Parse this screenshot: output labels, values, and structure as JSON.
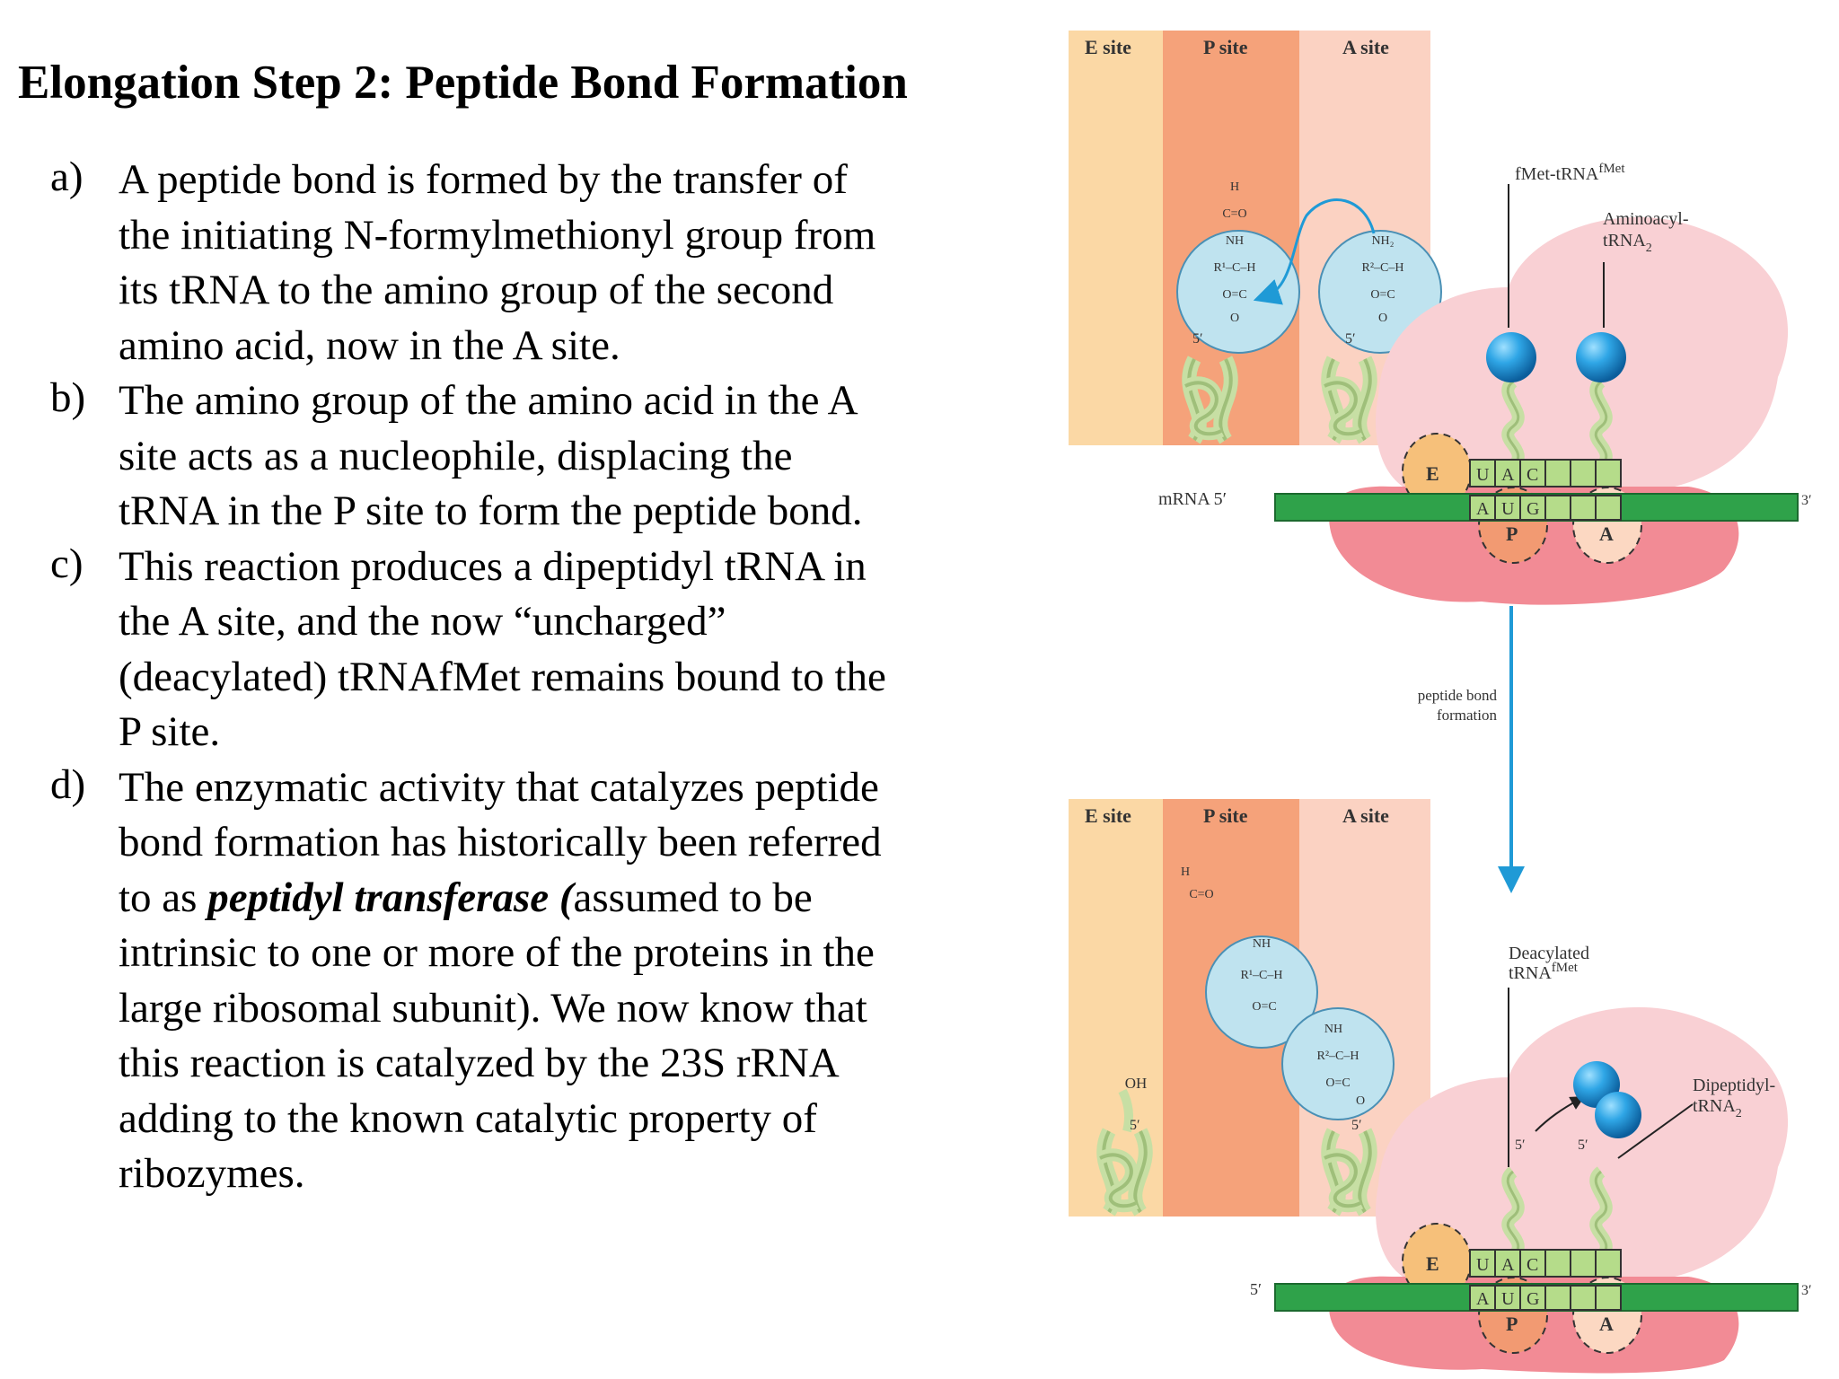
{
  "slide": {
    "title": "Elongation Step 2: Peptide Bond Formation",
    "items": [
      {
        "letter": "a)",
        "lines": [
          "A peptide bond is formed by the transfer of",
          "the initiating N-formylmethionyl group from",
          "its tRNA to the amino group of the second",
          "amino acid, now in the A site."
        ]
      },
      {
        "letter": "b)",
        "lines": [
          "The amino group of the amino acid in the A",
          "site acts as a nucleophile, displacing the",
          "tRNA in the P site to form the peptide bond."
        ]
      },
      {
        "letter": "c)",
        "lines": [
          "This reaction produces a dipeptidyl tRNA in",
          "the A site, and the now “uncharged”",
          "(deacylated) tRNAfMet remains bound to the",
          "P site."
        ]
      },
      {
        "letter": "d)",
        "line1": "The enzymatic activity that catalyzes peptide",
        "line2": "bond formation has historically been referred",
        "line3_pre": "to as ",
        "line3_em": "peptidyl transferase (",
        "line3_post": "assumed to be",
        "line4": "intrinsic to one or more of the proteins in the",
        "line5": "large ribosomal subunit). We now know that",
        "line6": "this reaction is catalyzed by the 23S rRNA",
        "line7": "adding to the known catalytic property of",
        "line8": "ribozymes."
      }
    ]
  },
  "diagram": {
    "site_labels": [
      "E site",
      "P site",
      "A site"
    ],
    "top": {
      "label_fmet_trna": "fMet-tRNA",
      "label_fmet_sup": "fMet",
      "label_aminoacyl_1": "Aminoacyl-",
      "label_aminoacyl_2": "tRNA",
      "label_aminoacyl_sub": "2",
      "mrna_5": "mRNA 5′",
      "mrna_3": "3′"
    },
    "arrow_label_1": "peptide bond",
    "arrow_label_2": "formation",
    "bottom": {
      "label_deacylated_1": "Deacylated",
      "label_deacylated_2": "tRNA",
      "label_deacylated_sup": "fMet",
      "label_dipeptidyl_1": "Dipeptidyl-",
      "label_dipeptidyl_2": "tRNA",
      "label_dipeptidyl_sub": "2",
      "oh": "OH",
      "mrna_5": "5′",
      "mrna_3": "3′"
    },
    "anticodon": [
      "U",
      "A",
      "C"
    ],
    "codon": [
      "A",
      "U",
      "G"
    ],
    "ribosome_sites": [
      "E",
      "P",
      "A"
    ],
    "five_prime": "5′",
    "chem_top_p": [
      "H",
      "C=O",
      "NH",
      "R¹–C–H",
      "O=C",
      "O"
    ],
    "chem_top_a": [
      "NH₂",
      "R²–C–H",
      "O=C",
      "O"
    ],
    "chem_bottom_p": [
      "H",
      "C=O",
      "NH",
      "R¹–C–H",
      "O=C"
    ],
    "chem_bottom_a": [
      "NH",
      "R²–C–H",
      "O=C",
      "O"
    ],
    "colors": {
      "e_site": "#fbd8a5",
      "p_site": "#f5a27a",
      "a_site": "#fbd2c2",
      "ribosome_large": "#f9d0d4",
      "ribosome_small": "#f28b95",
      "mrna": "#2fa24a",
      "trna": "#c7dfa4",
      "aminoacid": "#bfe3ef",
      "blue": "#1f9ad6",
      "site_e_oval": "#f6c07a",
      "site_p_oval": "#f29a72",
      "site_a_oval": "#fcd8c2"
    }
  }
}
